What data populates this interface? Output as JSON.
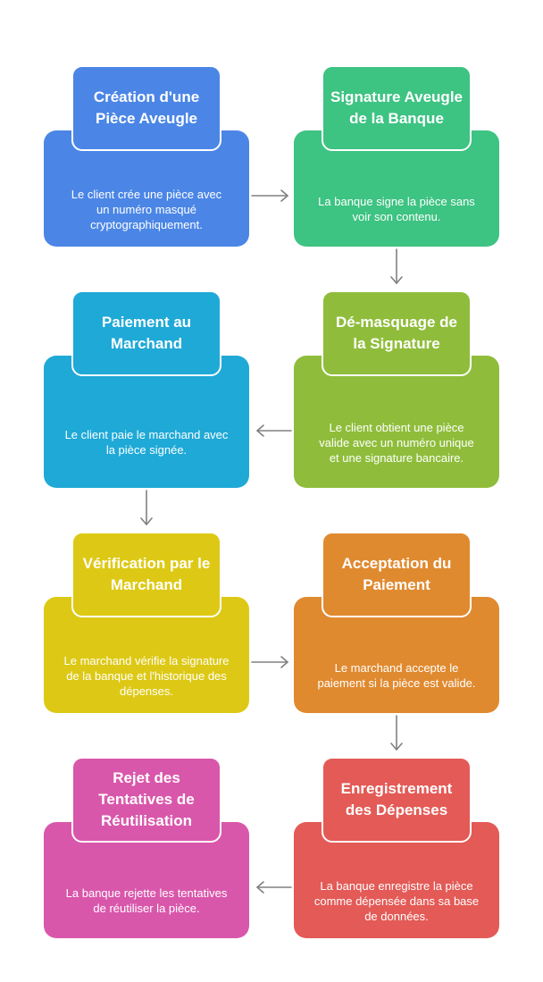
{
  "colors": {
    "arrow": "#808080",
    "background": "#ffffff"
  },
  "steps": [
    {
      "title": "Création d'une Pièce Aveugle",
      "description": "Le client crée une pièce avec un numéro masqué cryptographiquement.",
      "color": "#4b86e6"
    },
    {
      "title": "Signature Aveugle de la Banque",
      "description": "La banque signe la pièce sans voir son contenu.",
      "color": "#3dc382"
    },
    {
      "title": "Dé-masquage de la Signature",
      "description": "Le client obtient une pièce valide avec un numéro unique et une signature bancaire.",
      "color": "#8fbd3b"
    },
    {
      "title": "Paiement au Marchand",
      "description": "Le client paie le marchand avec la pièce signée.",
      "color": "#1fa9d7"
    },
    {
      "title": "Vérification par le Marchand",
      "description": "Le marchand vérifie la signature de la banque et l'historique des dépenses.",
      "color": "#ddc915"
    },
    {
      "title": "Acceptation du Paiement",
      "description": "Le marchand accepte le paiement si la pièce est valide.",
      "color": "#e08a30"
    },
    {
      "title": "Enregistrement des Dépenses",
      "description": "La banque enregistre la pièce comme dépensée dans sa base de données.",
      "color": "#e35a56"
    },
    {
      "title": "Rejet des Tentatives de Réutilisation",
      "description": "La banque rejette les tentatives de réutiliser la pièce.",
      "color": "#d957ab"
    }
  ]
}
